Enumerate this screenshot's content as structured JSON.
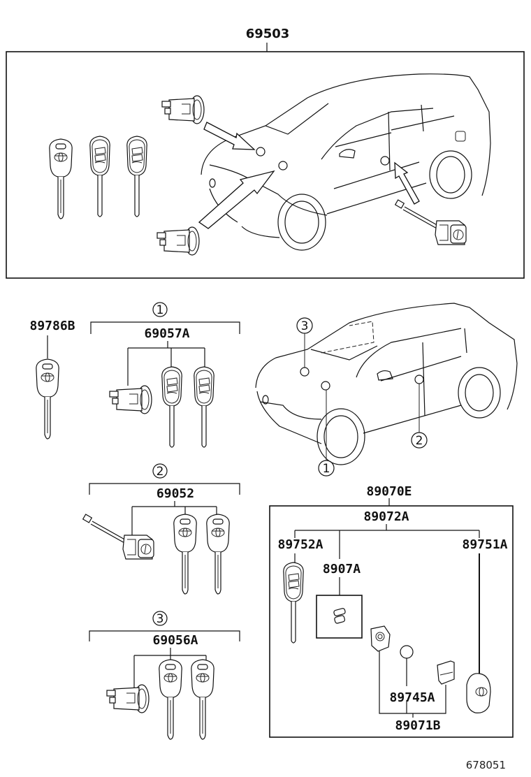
{
  "diagram": {
    "title_part": "69503",
    "reference_number": "678051",
    "line_color": "#111111",
    "background_color": "#ffffff"
  },
  "groups": [
    {
      "callout": "1",
      "part_number": "69057A",
      "contents": [
        "door-lock-cylinder",
        "key",
        "key"
      ]
    },
    {
      "callout": "2",
      "part_number": "69052",
      "contents": [
        "door-lock-cylinder-with-rod",
        "key",
        "key"
      ]
    },
    {
      "callout": "3",
      "part_number": "69056A",
      "contents": [
        "ignition-lock-cylinder",
        "key",
        "key"
      ]
    }
  ],
  "standalone_parts": {
    "key_blank": "89786B"
  },
  "transmitter_kit": {
    "kit_part": "89070E",
    "assembly_part": "89072A",
    "left_key_part": "89752A",
    "chip_part": "8907A",
    "right_fob_part": "89751A",
    "battery_part": "89745A",
    "cover_set_part": "89071B"
  },
  "car_callouts": [
    "3",
    "1",
    "2"
  ]
}
